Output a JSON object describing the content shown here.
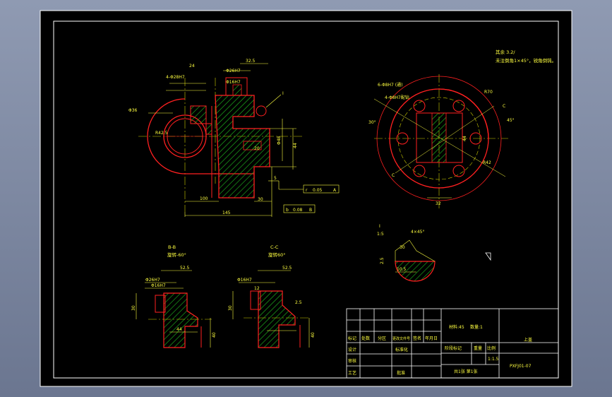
{
  "colors": {
    "background_frame": "#7f8aa3",
    "sheet": "#000000",
    "outline": "#ffffff",
    "contour": "#ff2020",
    "hatch": "#20c020",
    "dimension": "#ffff40",
    "center_line": "#d0d000"
  },
  "notes": {
    "chamfer": "其余 3.2/",
    "line2": "未注倒角1×45°，锐角倒钝。"
  },
  "main_view": {
    "labels": {
      "phi36": "Φ36",
      "dim24": "24",
      "dim32_5": "32.5",
      "g1": "4-Φ28H7",
      "g2": "Φ26H7",
      "g3": "Φ16H7",
      "r42_5": "R42.5",
      "ref_I": "I",
      "dim20": "20",
      "dim100": "100",
      "dim145": "145",
      "dim44": "44",
      "dim5": "5",
      "dim30": "30",
      "dim48": "Φ48",
      "tol1": "0.05",
      "tol2": "0.08",
      "datum_A": "A",
      "datum_B": "B",
      "mark_r": "r",
      "mark_b": "b"
    }
  },
  "right_view": {
    "labels": {
      "hole_note": "6-Φ8H7 (通)",
      "hole_note2": "4-Φ8H7配钻",
      "angle30": "30°",
      "angle45": "45°",
      "r70": "R70",
      "r42": "R42",
      "sec_c": "C",
      "sec_c2": "C",
      "d32": "32",
      "d44": "44"
    }
  },
  "section_bb": {
    "title": "B-B",
    "subtitle": "旋转-60°",
    "labels": {
      "a": "52.5",
      "b": "Φ26H7",
      "c": "Φ16H7",
      "d": "30",
      "e": "44",
      "f": "40"
    }
  },
  "section_cc": {
    "title": "C-C",
    "subtitle": "旋转60°",
    "labels": {
      "a": "52.5",
      "b": "Φ16H7",
      "c": "12",
      "d": "30",
      "e": "2.5",
      "f": "40"
    }
  },
  "detail_i": {
    "title": "I",
    "scale": "1:5",
    "labels": {
      "a": "4×45°",
      "b": "30",
      "c": "2.5",
      "d": "10.5"
    }
  },
  "title_block": {
    "material": "材料:45",
    "quantity": "数量:1",
    "part_name": "上盖",
    "drawing_no": "PXFJ01-07",
    "scale": "1:1.5",
    "sheet": "共1张 第1张",
    "row_labels": [
      "标记",
      "处数",
      "分区",
      "更改文件号",
      "签名",
      "年月日"
    ],
    "design": "设计",
    "check": "审核",
    "process": "工艺",
    "approve": "批准",
    "standard": "标准化",
    "stage": "阶段标记",
    "weight": "重量",
    "ratio": "比例"
  }
}
